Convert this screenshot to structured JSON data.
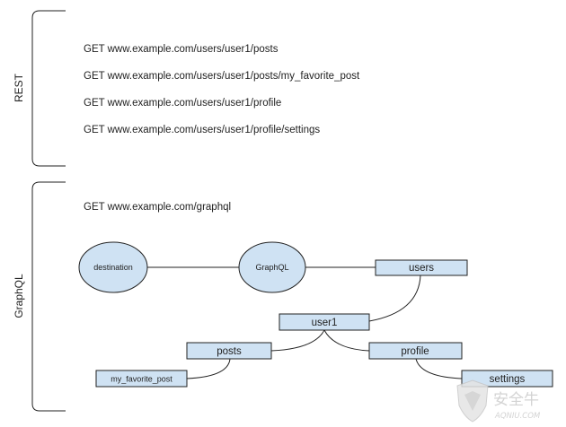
{
  "sections": {
    "rest": {
      "label": "REST",
      "requests": [
        "GET www.example.com/users/user1/posts",
        "GET www.example.com/users/user1/posts/my_favorite_post",
        "GET www.example.com/users/user1/profile",
        "GET www.example.com/users/user1/profile/settings"
      ]
    },
    "graphql": {
      "label": "GraphQL",
      "request": "GET www.example.com/graphql"
    }
  },
  "graph": {
    "nodes": {
      "destination": "destination",
      "graphql": "GraphQL",
      "users": "users",
      "user1": "user1",
      "posts": "posts",
      "profile": "profile",
      "my_favorite_post": "my_favorite_post",
      "settings": "settings"
    },
    "edges": [
      [
        "destination",
        "graphql"
      ],
      [
        "graphql",
        "users"
      ],
      [
        "users",
        "user1"
      ],
      [
        "user1",
        "posts"
      ],
      [
        "user1",
        "profile"
      ],
      [
        "posts",
        "my_favorite_post"
      ],
      [
        "profile",
        "settings"
      ]
    ]
  },
  "watermark": {
    "text_cn": "安全牛",
    "text_en": "AQNIU.COM"
  },
  "colors": {
    "node_fill": "#cfe2f3",
    "stroke": "#222222"
  }
}
